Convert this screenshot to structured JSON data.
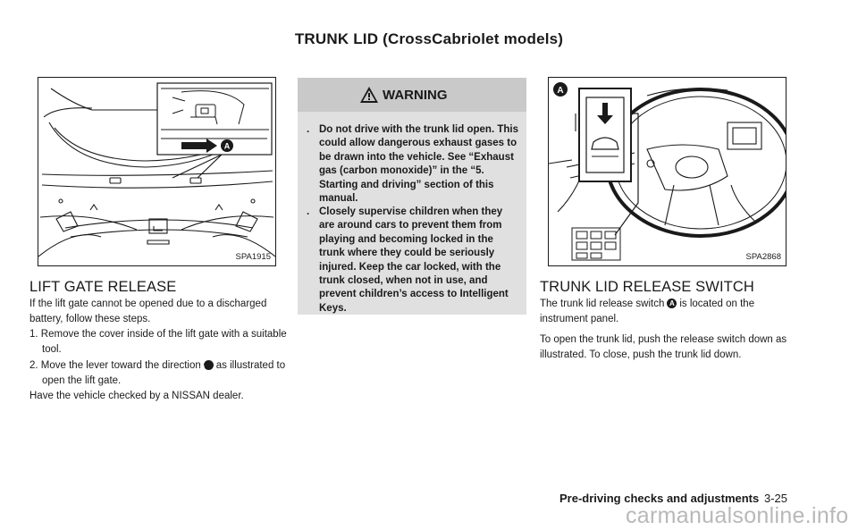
{
  "section_title": "TRUNK LID (CrossCabriolet models)",
  "figures": {
    "left_code": "SPA1915",
    "left_callout": "A",
    "right_code": "SPA2868",
    "right_callout": "A"
  },
  "left": {
    "heading": "LIFT GATE RELEASE",
    "intro": "If the lift gate cannot be opened due to a discharged battery, follow these steps.",
    "step1": "1. Remove the cover inside of the lift gate with a suitable tool.",
    "step2_pre": "2. Move the lever toward the direction",
    "step2_callout": "A",
    "step2_post": "as illustrated to open the lift gate.",
    "outro": "Have the vehicle checked by a NISSAN dealer."
  },
  "warning": {
    "title": "WARNING",
    "bullet": ".",
    "items": [
      "Do not drive with the trunk lid open. This could allow dangerous exhaust gases to be drawn into the vehicle. See “Exhaust gas (carbon monoxide)” in the “5. Starting and driving” section of this manual.",
      "Closely supervise children when they are around cars to prevent them from playing and becoming locked in the trunk where they could be seriously injured. Keep the car locked, with the trunk closed, when not in use, and prevent children’s access to Intelligent Keys."
    ]
  },
  "right": {
    "heading": "TRUNK LID RELEASE SWITCH",
    "p1_pre": "The trunk lid release switch",
    "p1_callout": "A",
    "p1_post": "is located on the instrument panel.",
    "p2": "To open the trunk lid, push the release switch down as illustrated. To close, push the trunk lid down."
  },
  "footer": {
    "label": "Pre-driving checks and adjustments",
    "page": "3-25"
  },
  "watermark": "carmanualsonline.info"
}
